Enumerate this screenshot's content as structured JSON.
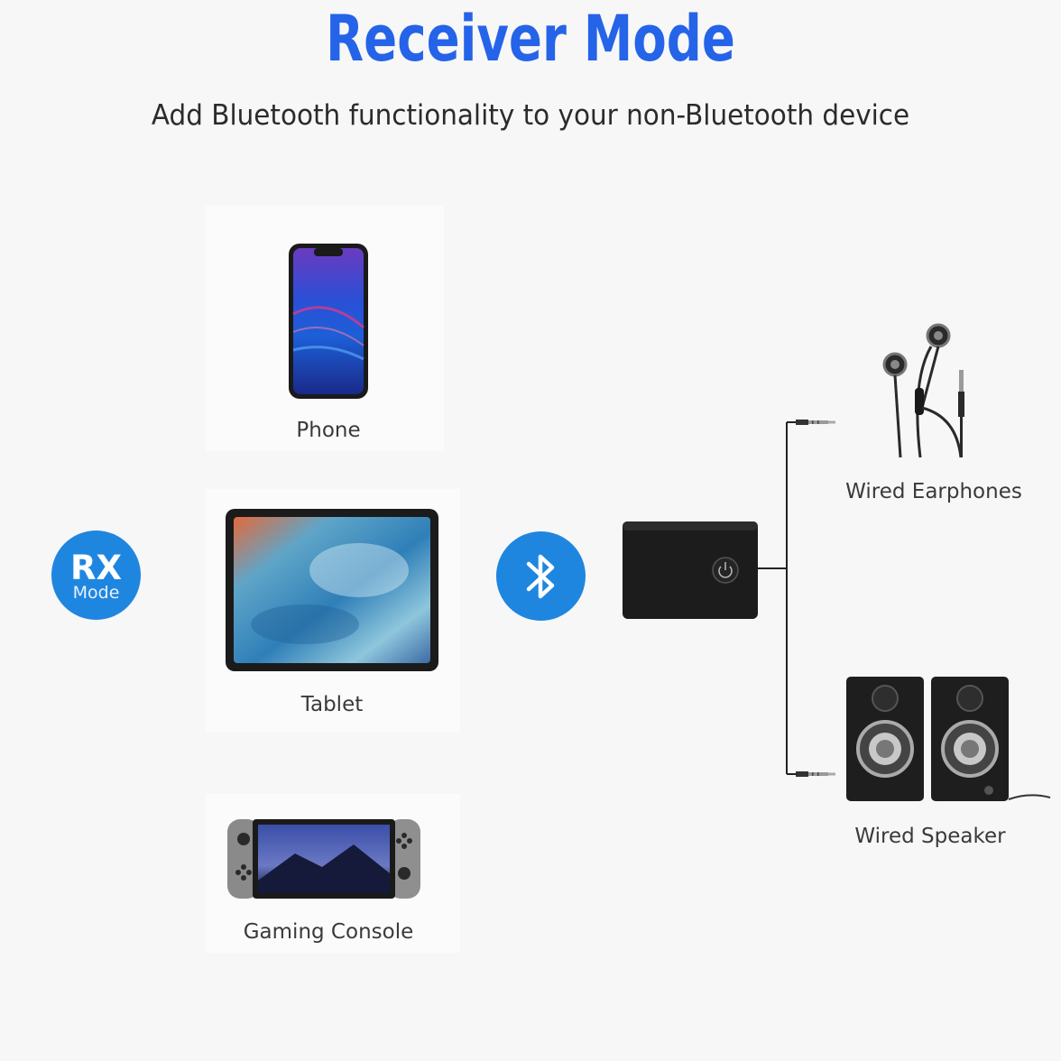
{
  "header": {
    "title": "Receiver Mode",
    "subtitle": "Add Bluetooth functionality to your non-Bluetooth device"
  },
  "badges": {
    "rx_main": "RX",
    "rx_sub": "Mode"
  },
  "sources": [
    {
      "label": "Phone",
      "icon": "smartphone-icon"
    },
    {
      "label": "Tablet",
      "icon": "tablet-icon"
    },
    {
      "label": "Gaming Console",
      "icon": "game-console-icon"
    }
  ],
  "outputs": [
    {
      "label": "Wired Earphones",
      "icon": "earphones-icon"
    },
    {
      "label": "Wired Speaker",
      "icon": "speaker-icon"
    }
  ],
  "colors": {
    "accent": "#2563e8",
    "badge": "#1f86e0"
  }
}
